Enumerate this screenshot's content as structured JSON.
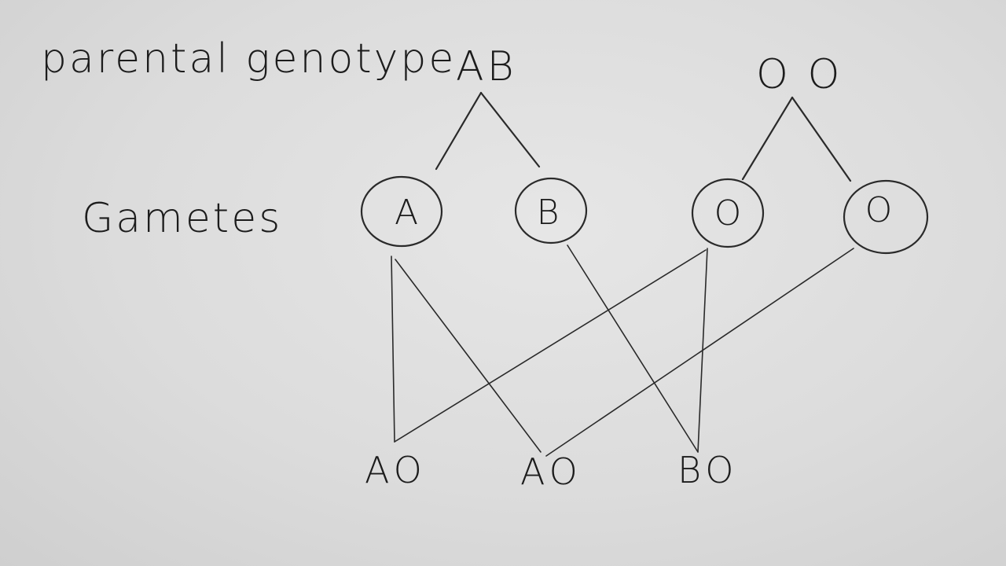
{
  "labels": {
    "parental_genotype": "parental  genotype",
    "gametes": "Gametes"
  },
  "parents": [
    {
      "genotype": "AB"
    },
    {
      "genotype": "O O"
    }
  ],
  "gametes": [
    {
      "allele": "A",
      "parent": 0
    },
    {
      "allele": "B",
      "parent": 0
    },
    {
      "allele": "O",
      "parent": 1
    },
    {
      "allele": "O",
      "parent": 1
    }
  ],
  "offspring": [
    {
      "genotype": "AO"
    },
    {
      "genotype": "AO"
    },
    {
      "genotype": "BO"
    }
  ],
  "colors": {
    "ink": "#1c1c1c",
    "paper": "#dedede"
  }
}
